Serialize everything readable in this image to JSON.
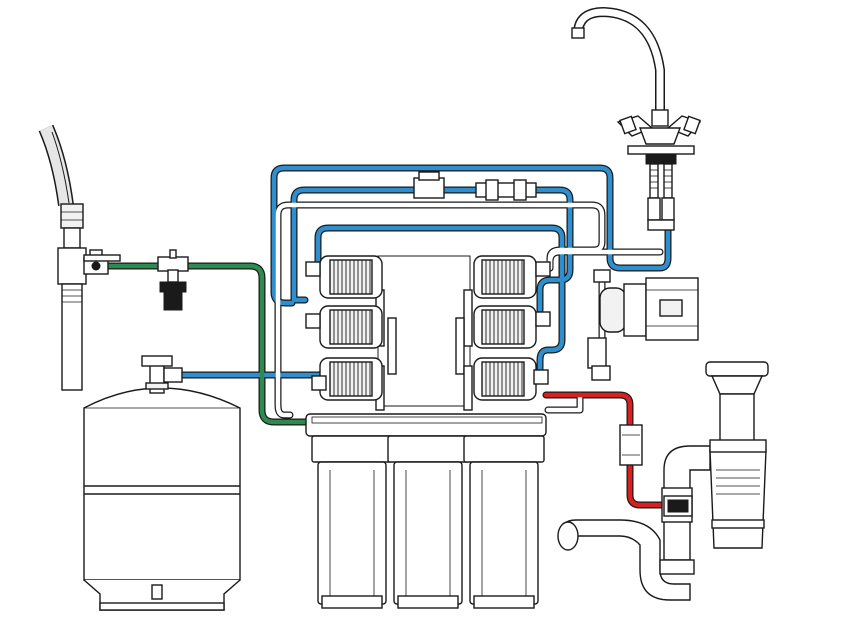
{
  "colors": {
    "outline": "#1a1a1a",
    "background": "#ffffff",
    "pure_water_line": "#2f8fce",
    "feed_water_line": "#2e8b4f",
    "drain_line": "#d92020",
    "concentrate_line": "#ffffff"
  },
  "components": [
    "feed-hose",
    "feed-valve",
    "storage-tank",
    "prefilter-housings",
    "membrane-cartridges",
    "booster-pump",
    "faucet",
    "drain-saddle",
    "sink-siphon"
  ],
  "icons": [
    "tap-icon",
    "pump-icon",
    "tank-icon",
    "siphon-icon"
  ]
}
